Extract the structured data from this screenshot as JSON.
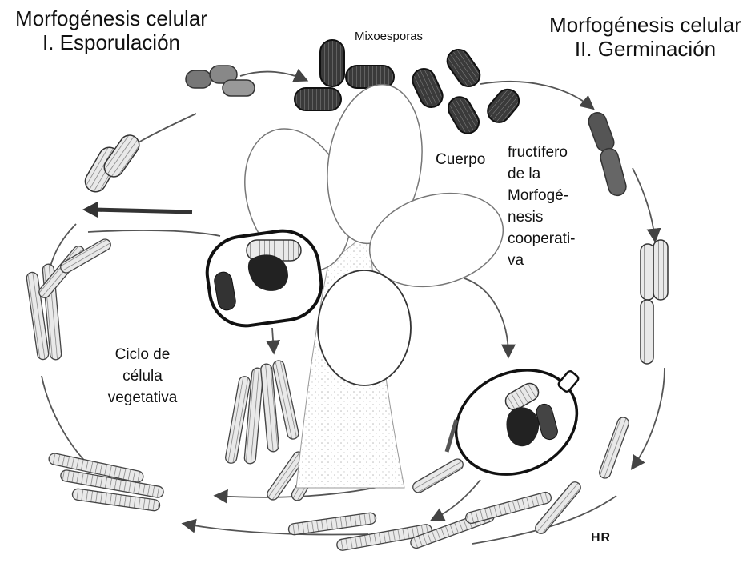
{
  "diagram": {
    "left_title": {
      "line1": "Morfogénesis celular",
      "line2": "I. Esporulación"
    },
    "right_title": {
      "line1": "Morfogénesis celular",
      "line2": "II. Germinación"
    },
    "spores_label": "Mixoesporas",
    "fruiting_body_label": {
      "word": "Cuerpo",
      "lines": [
        "fructífero",
        "de la",
        "Morfogé-",
        "nesis",
        "cooperati-",
        "va"
      ]
    },
    "vegetative_cycle_label": {
      "lines": [
        "Ciclo de",
        "célula",
        "vegetativa"
      ]
    },
    "signature": "HR"
  }
}
